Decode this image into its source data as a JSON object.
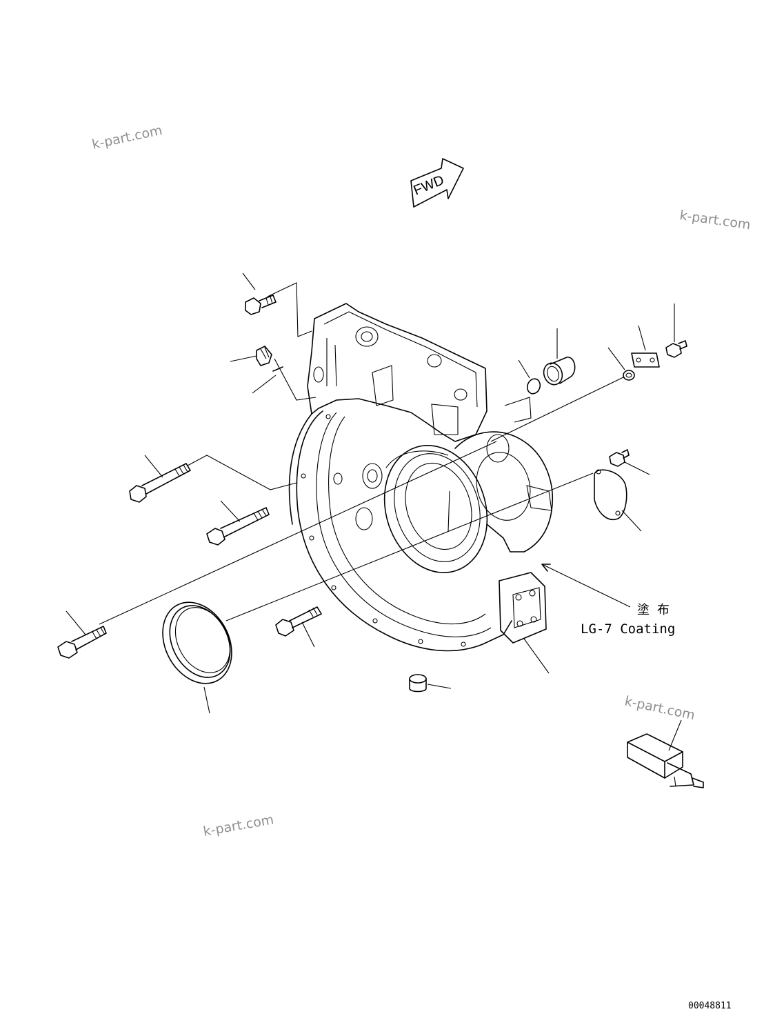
{
  "watermarks": [
    "k-part.com",
    "k-part.com",
    "k-part.com",
    "k-part.com"
  ],
  "fwd_arrow_label": "FWD",
  "coating_note": {
    "japanese": "塗 布",
    "english": "LG-7 Coating"
  },
  "drawing_number": "00048811",
  "colors": {
    "line": "#000000",
    "watermark": "#8f8f8f",
    "background": "#ffffff"
  }
}
